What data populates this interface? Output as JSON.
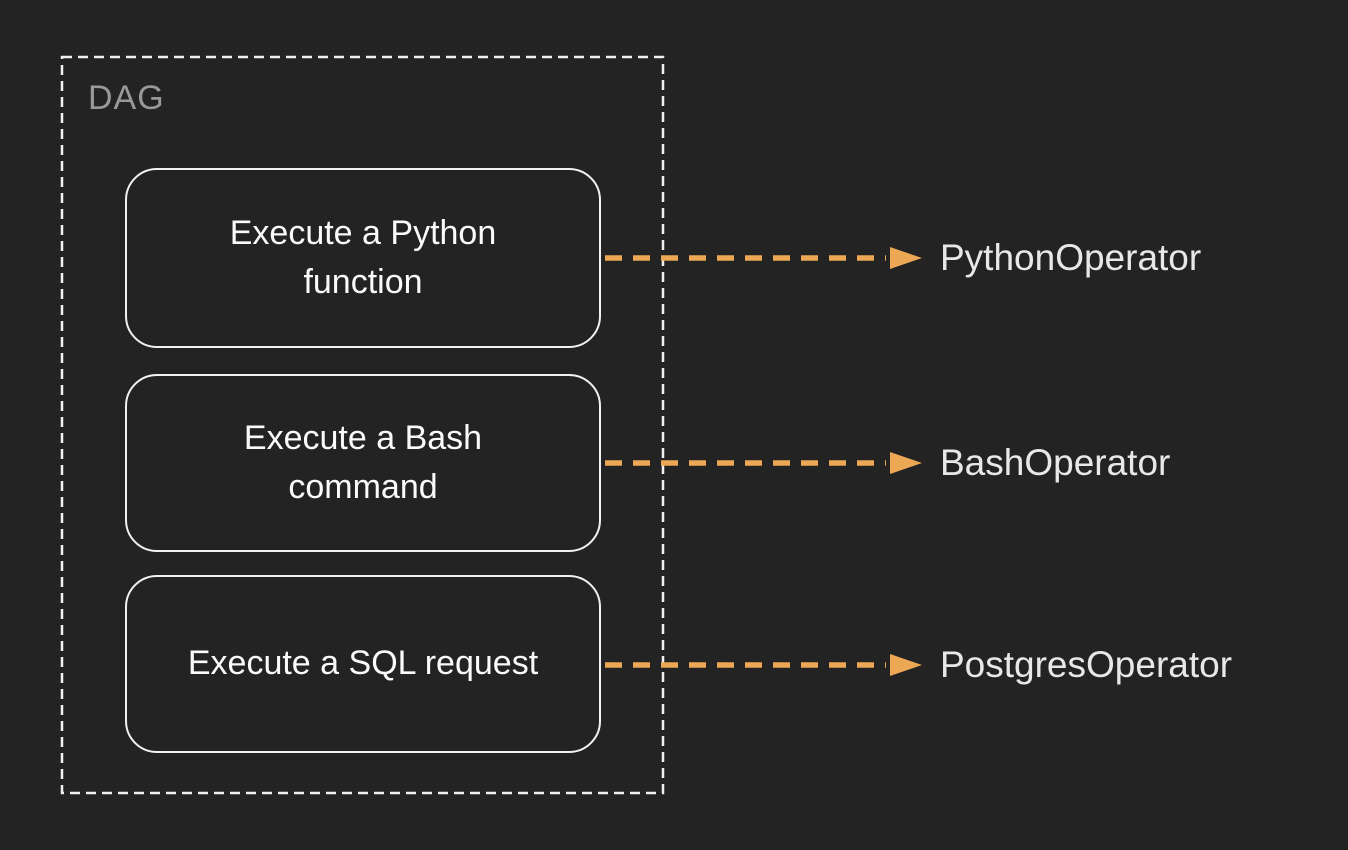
{
  "canvas": {
    "background": "#232323"
  },
  "dag_container": {
    "label": "DAG",
    "border_color": "#F1F1F1",
    "label_color": "#999999"
  },
  "connector": {
    "color": "#ECA855",
    "style": "dashed-arrow"
  },
  "nodes": [
    {
      "task": "Execute a Python function",
      "operator": "PythonOperator"
    },
    {
      "task": "Execute a Bash command",
      "operator": "BashOperator"
    },
    {
      "task": "Execute a SQL request",
      "operator": "PostgresOperator"
    }
  ]
}
